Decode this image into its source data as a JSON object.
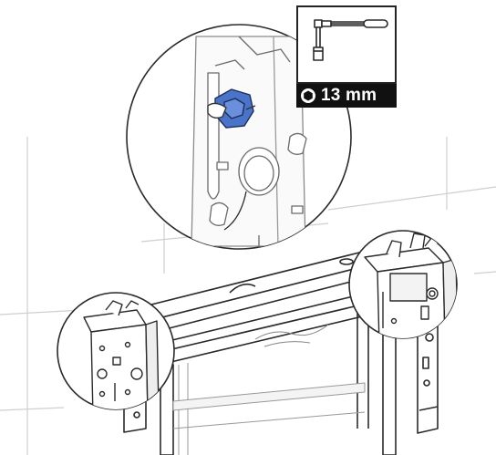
{
  "tool_callout": {
    "size_label": "13 mm",
    "icon": "hex-socket-wrench-icon"
  },
  "colors": {
    "line": "#2a2a2a",
    "light_line": "#c8c8c8",
    "highlight_blue": "#4a74c9",
    "badge_bg": "#111111",
    "badge_text": "#ffffff"
  },
  "callouts": {
    "top_detail": "valve-knob-detail",
    "left_detail": "left-frame-corner-detail",
    "right_detail": "right-frame-corner-detail"
  }
}
